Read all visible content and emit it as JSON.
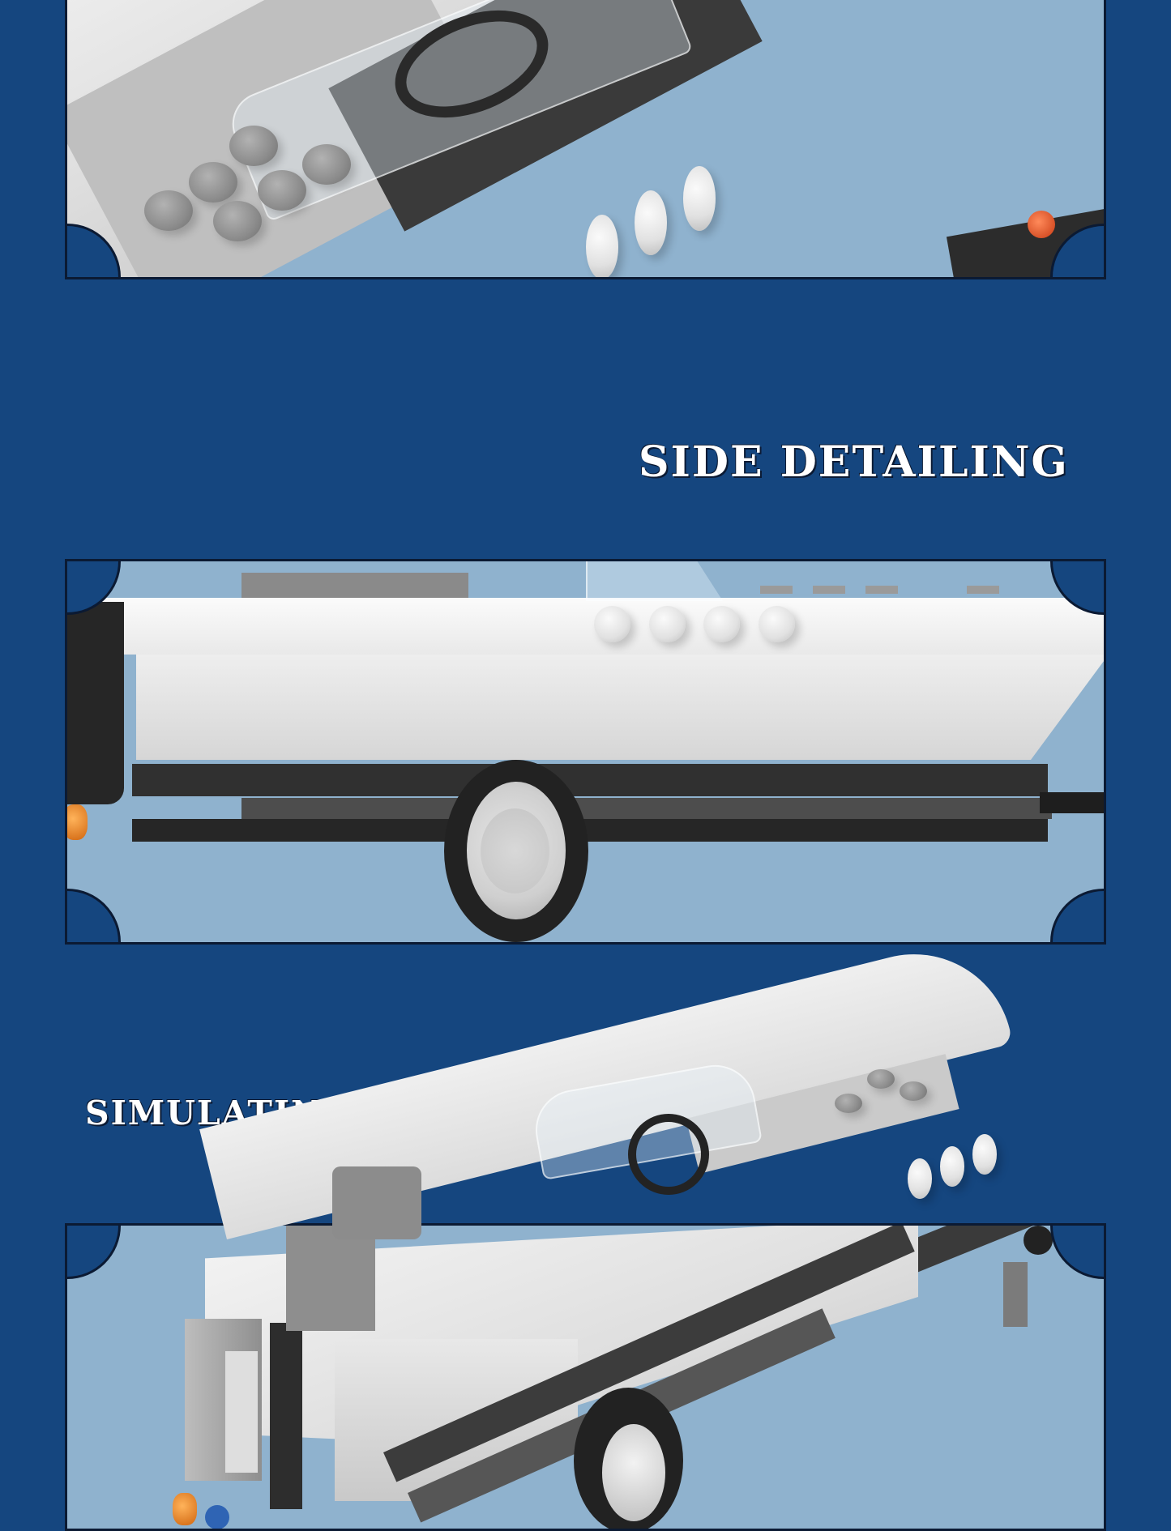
{
  "page": {
    "background_color": "#15467f",
    "panel_color": "#8fb2ce",
    "border_color": "#0b1a33"
  },
  "sections": [
    {
      "id": "top-view",
      "heading": null,
      "image_description": "Angled close-up of white brick-built speedboat cockpit with clear windshield, steering wheel and grey studs, on black trailer"
    },
    {
      "id": "side-view",
      "heading": "SIDE DETAILING",
      "image_description": "Side profile of white brick-built speedboat on black trailer with single grey-rimmed wheel"
    },
    {
      "id": "rear-view",
      "heading": "SIMULATING PROPELLERS",
      "image_description": "Rear three-quarter view of white speedboat showing outboard motor and propeller on dark grey trailer"
    }
  ]
}
